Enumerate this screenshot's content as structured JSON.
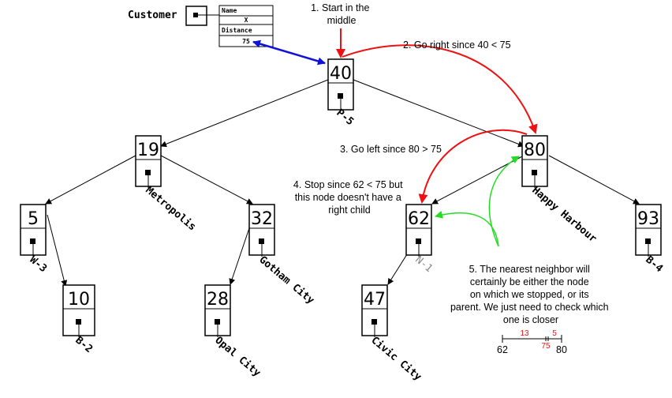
{
  "customer": {
    "label": "Customer",
    "name_header": "Name",
    "name_value": "X",
    "distance_header": "Distance",
    "distance_value": "75"
  },
  "nodes": [
    {
      "id": "n40",
      "value": "40",
      "city": "P-5"
    },
    {
      "id": "n19",
      "value": "19",
      "city": "Metropolis"
    },
    {
      "id": "n80",
      "value": "80",
      "city": "Happy Harbour"
    },
    {
      "id": "n5",
      "value": "5",
      "city": "W-3"
    },
    {
      "id": "n32",
      "value": "32",
      "city": "Gotham City"
    },
    {
      "id": "n62",
      "value": "62",
      "city": "N-1"
    },
    {
      "id": "n93",
      "value": "93",
      "city": "B-4"
    },
    {
      "id": "n10",
      "value": "10",
      "city": "B-2"
    },
    {
      "id": "n28",
      "value": "28",
      "city": "Opal City"
    },
    {
      "id": "n47",
      "value": "47",
      "city": "Civic City"
    }
  ],
  "annotations": {
    "step1": [
      "1. Start in the",
      "middle"
    ],
    "step2": [
      "2. Go right since 40 < 75"
    ],
    "step3": [
      "3. Go left since 80 > 75"
    ],
    "step4": [
      "4. Stop since 62 < 75 but",
      "this node doesn't have a",
      "right child"
    ],
    "step5": [
      "5. The nearest neighbor will",
      "certainly be either the node",
      "on which we stopped, or its",
      "parent. We just need to check which",
      "one is closer"
    ]
  },
  "numberline": {
    "left": "62",
    "right": "80",
    "mid": "75",
    "dist_left": "13",
    "dist_right": "5"
  },
  "colors": {
    "red": "#ee1111",
    "blue": "#1111dd",
    "green": "#22dd22",
    "gray": "#888888"
  }
}
